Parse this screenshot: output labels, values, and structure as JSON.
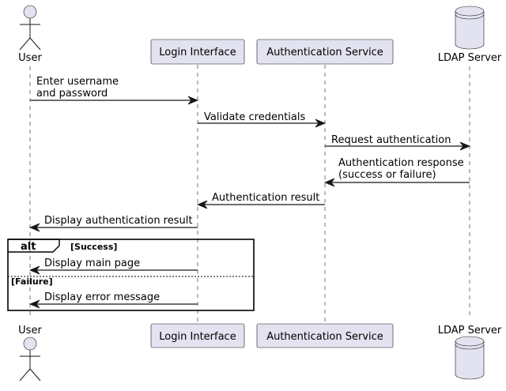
{
  "participants": {
    "user": "User",
    "login": "Login Interface",
    "auth": "Authentication Service",
    "ldap": "LDAP Server"
  },
  "messages": {
    "m1_line1": "Enter username",
    "m1_line2": "and password",
    "m2": "Validate credentials",
    "m3": "Request authentication",
    "m4_line1": "Authentication response",
    "m4_line2": "(success or failure)",
    "m5": "Authentication result",
    "m6": "Display authentication result",
    "m7": "Display main page",
    "m8": "Display error message"
  },
  "alt": {
    "keyword": "alt",
    "guard_success": "[Success]",
    "guard_failure": "[Failure]"
  },
  "colors": {
    "participant_fill": "#E2E2F0",
    "line": "#181818"
  }
}
